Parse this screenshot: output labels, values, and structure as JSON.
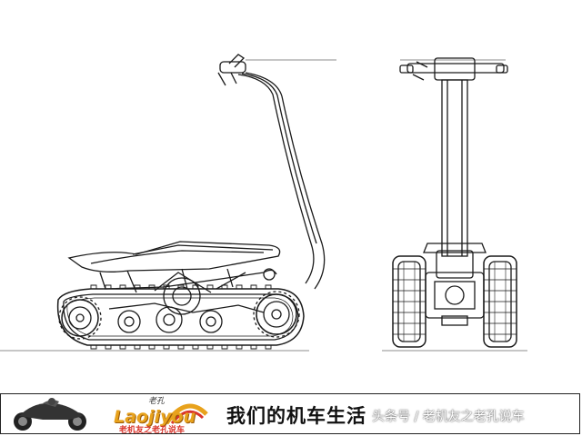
{
  "banner": {
    "logo_small": "老孔",
    "logo_word": "Laojiyou",
    "logo_sub": "老机友之老孔说车",
    "slogan": "我们的机车生活",
    "watermark": "头条号 / 老机友之老孔说车"
  },
  "colors": {
    "line": "#1a1a1a",
    "logo_orange": "#e8a21c",
    "logo_red": "#d9342b"
  },
  "icons": [
    "motorcycle-icon",
    "logo-swoosh-icon"
  ]
}
